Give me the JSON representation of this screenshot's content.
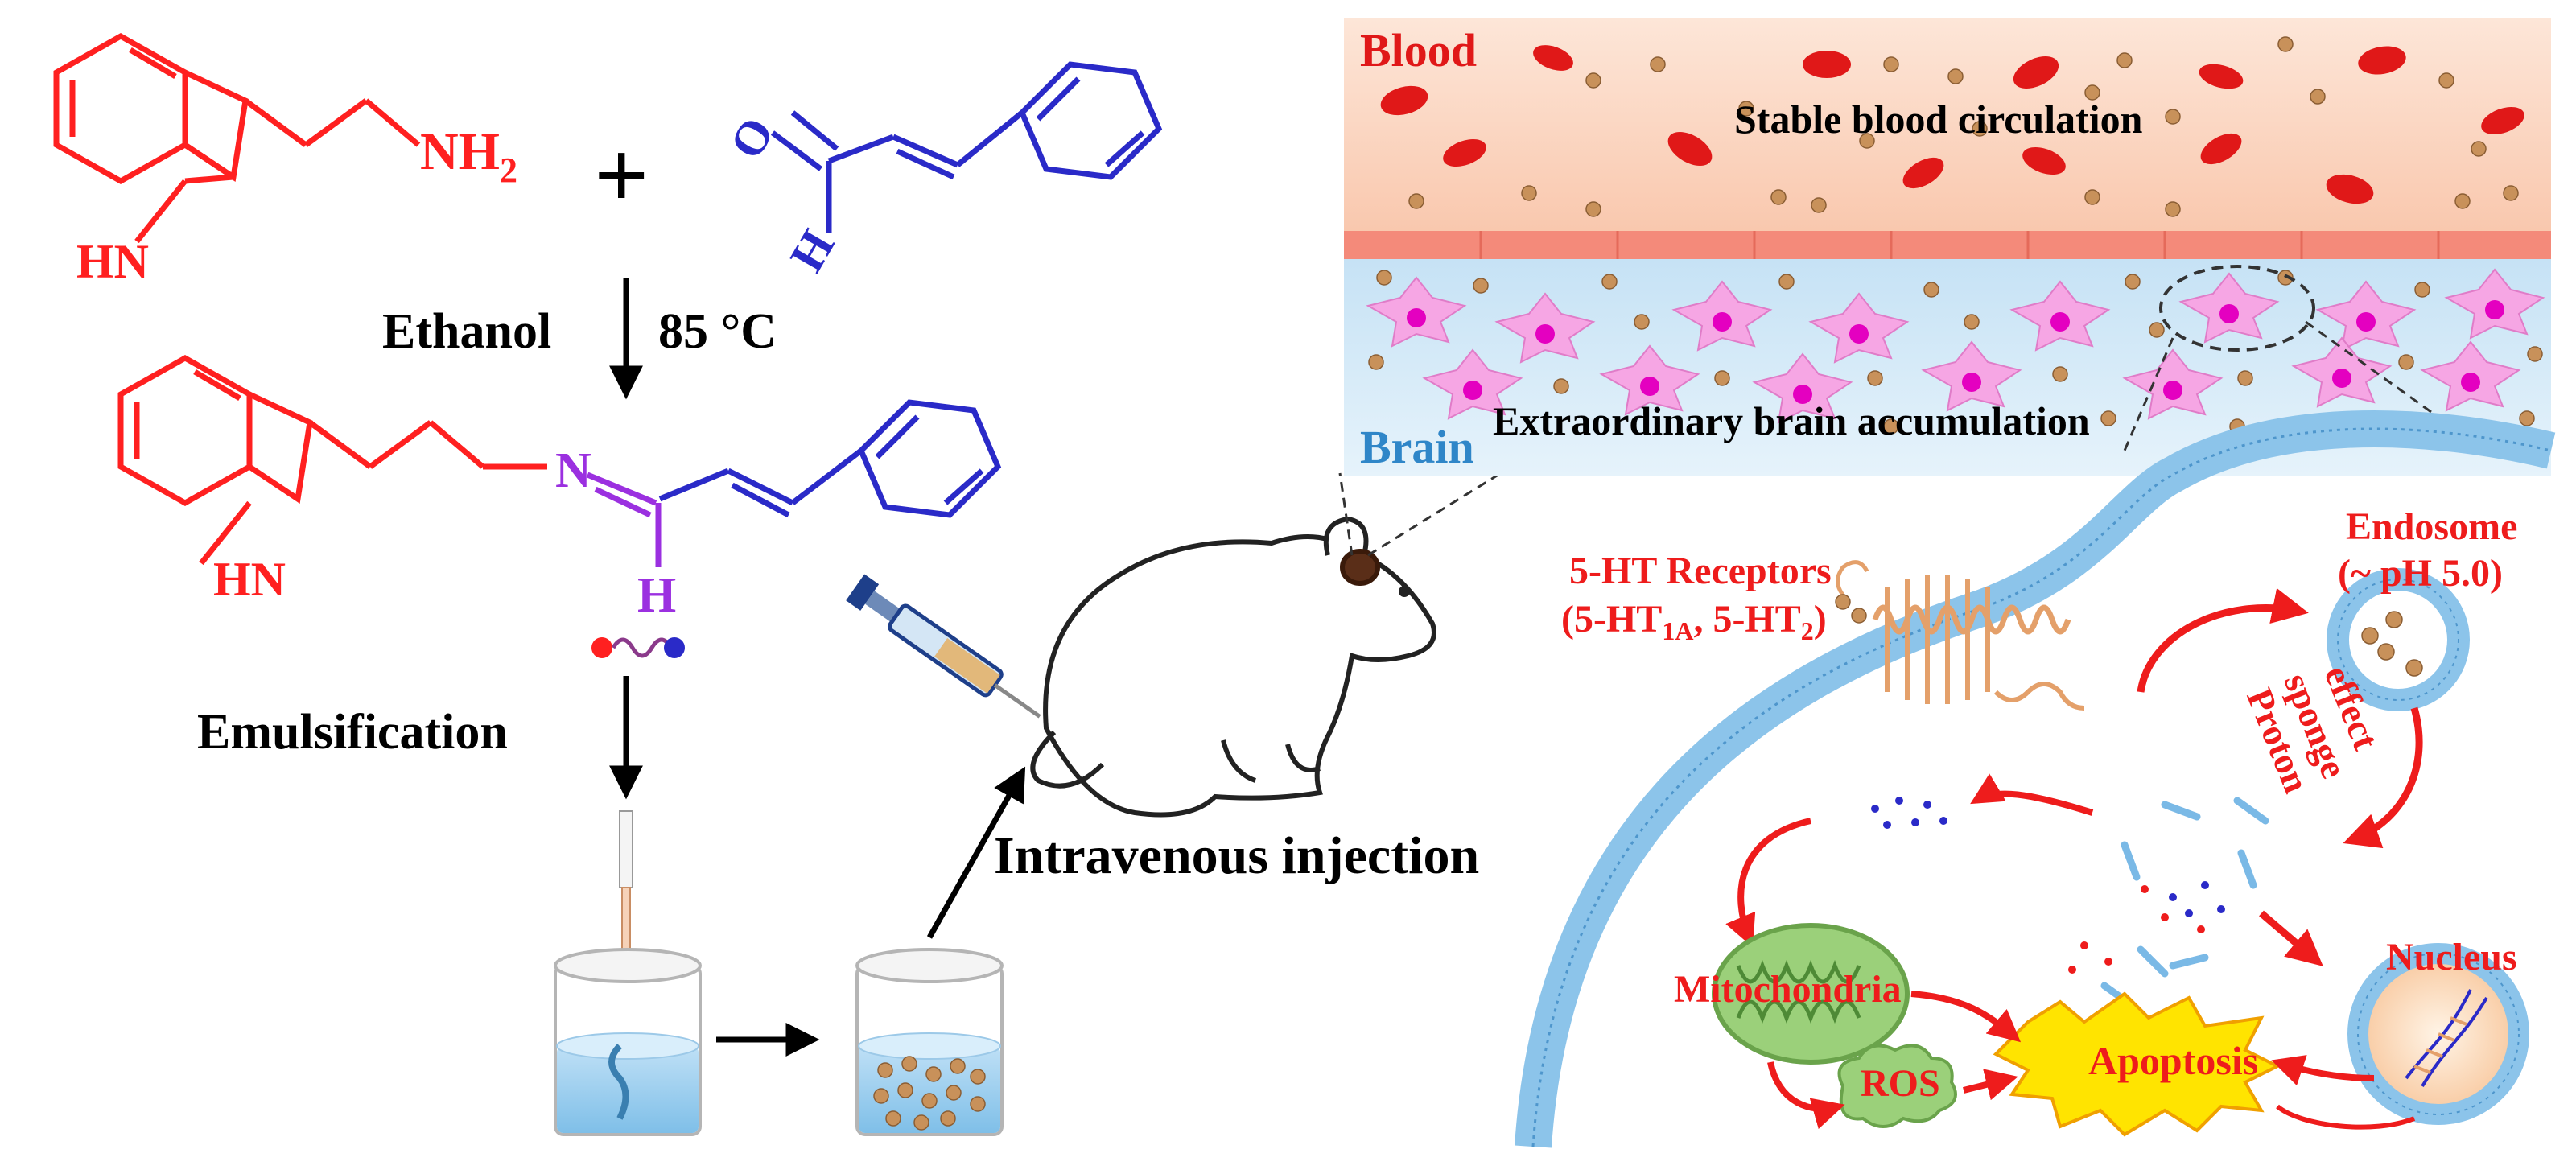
{
  "colors": {
    "reactant_red": "#ff2020",
    "aldehyde_blue": "#2a2ac8",
    "imine_purple": "#9b30e0",
    "label_red": "#ee1c1c",
    "brain_blue": "#2f86c8",
    "blood_bg": "#fcd9c6",
    "brain_bg": "#d6ecf8",
    "rbc": "#e01818",
    "nanoparticle": "#c8915a",
    "membrane": "#8cc4ea",
    "astrocyte": "#f6a6e4",
    "mito": "#9bd07a",
    "apoptosis": "#ffe400"
  },
  "chemistry": {
    "amine_label": "NH",
    "amine_sub": "2",
    "hn_label_1": "HN",
    "plus": "+",
    "aldehyde_o": "O",
    "aldehyde_h": "H",
    "solvent": "Ethanol",
    "temperature": "85 °C",
    "imine_n": "N",
    "hn_label_2": "HN",
    "imine_h": "H",
    "emulsification": "Emulsification"
  },
  "injection_label": "Intravenous injection",
  "panel": {
    "blood_label": "Blood",
    "blood_caption": "Stable blood circulation",
    "brain_label": "Brain",
    "brain_caption": "Extraordinary brain accumulation"
  },
  "cell": {
    "receptors_line1": "5-HT Receptors",
    "receptors_line2_a": "(5-HT",
    "receptors_line2_sub1": "1A",
    "receptors_line2_b": ", 5-HT",
    "receptors_line2_sub2": "2",
    "receptors_line2_c": ")",
    "endosome_line1": "Endosome",
    "endosome_line2": "(~ pH 5.0)",
    "proton_1": "Proton",
    "proton_2": "sponge",
    "proton_3": "effect",
    "mitochondria": "Mitochondria",
    "nucleus": "Nucleus",
    "ros": "ROS",
    "apoptosis": "Apoptosis"
  }
}
